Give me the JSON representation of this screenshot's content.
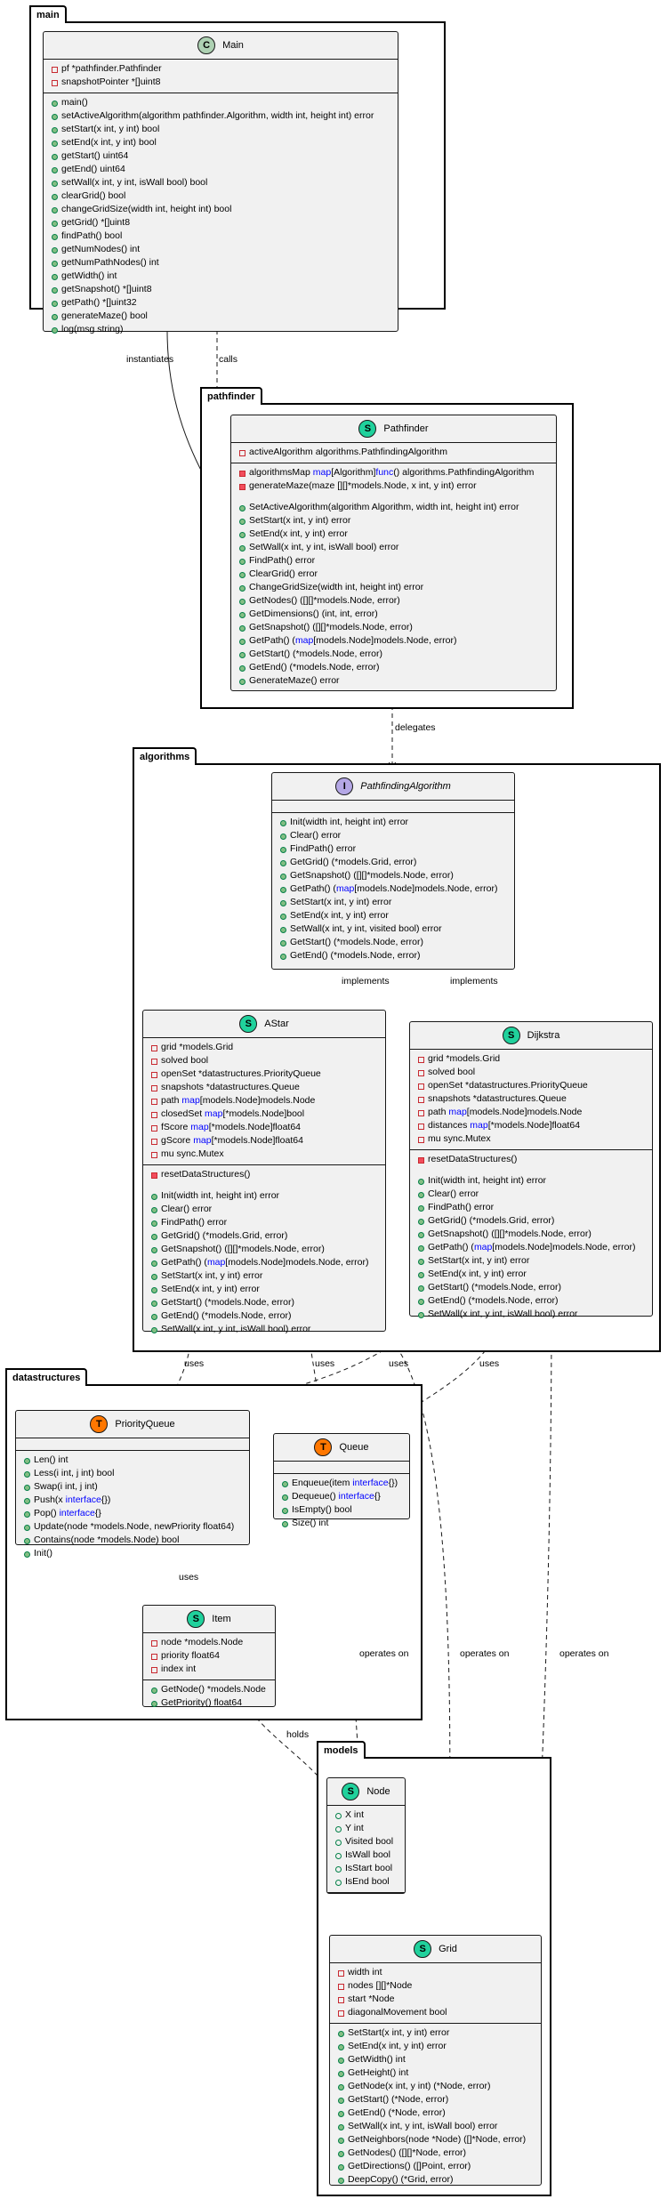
{
  "packages": {
    "main": "main",
    "pathfinder": "pathfinder",
    "algorithms": "algorithms",
    "datastructures": "datastructures",
    "models": "models"
  },
  "classes": {
    "Main": {
      "name": "Main",
      "badge": "C",
      "badge_color": "#add1b2",
      "fields": [
        {
          "vis": "fpriv",
          "text": "pf *pathfinder.Pathfinder"
        },
        {
          "vis": "fpriv",
          "text": "snapshotPointer *[]uint8"
        }
      ],
      "methods": [
        {
          "vis": "pub",
          "text": "main()"
        },
        {
          "vis": "pub",
          "text": "setActiveAlgorithm(algorithm pathfinder.Algorithm, width int, height int) error"
        },
        {
          "vis": "pub",
          "text": "setStart(x int, y int) bool"
        },
        {
          "vis": "pub",
          "text": "setEnd(x int, y int) bool"
        },
        {
          "vis": "pub",
          "text": "getStart() uint64"
        },
        {
          "vis": "pub",
          "text": "getEnd() uint64"
        },
        {
          "vis": "pub",
          "text": "setWall(x int, y int, isWall bool) bool"
        },
        {
          "vis": "pub",
          "text": "clearGrid() bool"
        },
        {
          "vis": "pub",
          "text": "changeGridSize(width int, height int) bool"
        },
        {
          "vis": "pub",
          "text": "getGrid() *[]uint8"
        },
        {
          "vis": "pub",
          "text": "findPath() bool"
        },
        {
          "vis": "pub",
          "text": "getNumNodes() int"
        },
        {
          "vis": "pub",
          "text": "getNumPathNodes() int"
        },
        {
          "vis": "pub",
          "text": "getWidth() int"
        },
        {
          "vis": "pub",
          "text": "getSnapshot() *[]uint8"
        },
        {
          "vis": "pub",
          "text": "getPath() *[]uint32"
        },
        {
          "vis": "pub",
          "text": "generateMaze() bool"
        },
        {
          "vis": "pub",
          "text": "log(msg string)"
        }
      ]
    },
    "Pathfinder": {
      "name": "Pathfinder",
      "badge": "S",
      "badge_color": "#20d19c",
      "fields": [
        {
          "vis": "fpriv",
          "text": "activeAlgorithm algorithms.PathfindingAlgorithm"
        }
      ],
      "methods": [
        {
          "vis": "priv",
          "text": "algorithmsMap <kw>map</kw>[Algorithm]<kw>func</kw>() algorithms.PathfindingAlgorithm"
        },
        {
          "vis": "priv",
          "text": "generateMaze(maze [][]*models.Node, x int, y int) error"
        },
        {
          "gap": true
        },
        {
          "vis": "pub",
          "text": "SetActiveAlgorithm(algorithm Algorithm, width int, height int) error"
        },
        {
          "vis": "pub",
          "text": "SetStart(x int, y int) error"
        },
        {
          "vis": "pub",
          "text": "SetEnd(x int, y int) error"
        },
        {
          "vis": "pub",
          "text": "SetWall(x int, y int, isWall bool) error"
        },
        {
          "vis": "pub",
          "text": "FindPath() error"
        },
        {
          "vis": "pub",
          "text": "ClearGrid() error"
        },
        {
          "vis": "pub",
          "text": "ChangeGridSize(width int, height int) error"
        },
        {
          "vis": "pub",
          "text": "GetNodes() ([][]*models.Node, error)"
        },
        {
          "vis": "pub",
          "text": "GetDimensions() (int, int, error)"
        },
        {
          "vis": "pub",
          "text": "GetSnapshot() ([][]*models.Node, error)"
        },
        {
          "vis": "pub",
          "text": "GetPath() (<kw>map</kw>[models.Node]models.Node, error)"
        },
        {
          "vis": "pub",
          "text": "GetStart() (*models.Node, error)"
        },
        {
          "vis": "pub",
          "text": "GetEnd() (*models.Node, error)"
        },
        {
          "vis": "pub",
          "text": "GenerateMaze() error"
        }
      ]
    },
    "PathfindingAlgorithm": {
      "name": "PathfindingAlgorithm",
      "badge": "I",
      "badge_color": "#b4a7e5",
      "italic": true,
      "fields": [],
      "methods": [
        {
          "vis": "pub",
          "text": "Init(width int, height int) error"
        },
        {
          "vis": "pub",
          "text": "Clear() error"
        },
        {
          "vis": "pub",
          "text": "FindPath() error"
        },
        {
          "vis": "pub",
          "text": "GetGrid() (*models.Grid, error)"
        },
        {
          "vis": "pub",
          "text": "GetSnapshot() ([][]*models.Node, error)"
        },
        {
          "vis": "pub",
          "text": "GetPath() (<kw>map</kw>[models.Node]models.Node, error)"
        },
        {
          "vis": "pub",
          "text": "SetStart(x int, y int) error"
        },
        {
          "vis": "pub",
          "text": "SetEnd(x int, y int) error"
        },
        {
          "vis": "pub",
          "text": "SetWall(x int, y int, visited bool) error"
        },
        {
          "vis": "pub",
          "text": "GetStart() (*models.Node, error)"
        },
        {
          "vis": "pub",
          "text": "GetEnd() (*models.Node, error)"
        }
      ]
    },
    "AStar": {
      "name": "AStar",
      "badge": "S",
      "badge_color": "#20d19c",
      "fields": [
        {
          "vis": "fpriv",
          "text": "grid *models.Grid"
        },
        {
          "vis": "fpriv",
          "text": "solved bool"
        },
        {
          "vis": "fpriv",
          "text": "openSet *datastructures.PriorityQueue"
        },
        {
          "vis": "fpriv",
          "text": "snapshots *datastructures.Queue"
        },
        {
          "vis": "fpriv",
          "text": "path <kw>map</kw>[models.Node]models.Node"
        },
        {
          "vis": "fpriv",
          "text": "closedSet <kw>map</kw>[*models.Node]bool"
        },
        {
          "vis": "fpriv",
          "text": "fScore <kw>map</kw>[*models.Node]float64"
        },
        {
          "vis": "fpriv",
          "text": "gScore <kw>map</kw>[*models.Node]float64"
        },
        {
          "vis": "fpriv",
          "text": "mu sync.Mutex"
        }
      ],
      "methods": [
        {
          "vis": "priv",
          "text": "resetDataStructures()"
        },
        {
          "gap": true
        },
        {
          "vis": "pub",
          "text": "Init(width int, height int) error"
        },
        {
          "vis": "pub",
          "text": "Clear() error"
        },
        {
          "vis": "pub",
          "text": "FindPath() error"
        },
        {
          "vis": "pub",
          "text": "GetGrid() (*models.Grid, error)"
        },
        {
          "vis": "pub",
          "text": "GetSnapshot() ([][]*models.Node, error)"
        },
        {
          "vis": "pub",
          "text": "GetPath() (<kw>map</kw>[models.Node]models.Node, error)"
        },
        {
          "vis": "pub",
          "text": "SetStart(x int, y int) error"
        },
        {
          "vis": "pub",
          "text": "SetEnd(x int, y int) error"
        },
        {
          "vis": "pub",
          "text": "GetStart() (*models.Node, error)"
        },
        {
          "vis": "pub",
          "text": "GetEnd() (*models.Node, error)"
        },
        {
          "vis": "pub",
          "text": "SetWall(x int, y int, isWall bool) error"
        }
      ]
    },
    "Dijkstra": {
      "name": "Dijkstra",
      "badge": "S",
      "badge_color": "#20d19c",
      "fields": [
        {
          "vis": "fpriv",
          "text": "grid *models.Grid"
        },
        {
          "vis": "fpriv",
          "text": "solved bool"
        },
        {
          "vis": "fpriv",
          "text": "openSet *datastructures.PriorityQueue"
        },
        {
          "vis": "fpriv",
          "text": "snapshots *datastructures.Queue"
        },
        {
          "vis": "fpriv",
          "text": "path <kw>map</kw>[models.Node]models.Node"
        },
        {
          "vis": "fpriv",
          "text": "distances <kw>map</kw>[*models.Node]float64"
        },
        {
          "vis": "fpriv",
          "text": "mu sync.Mutex"
        }
      ],
      "methods": [
        {
          "vis": "priv",
          "text": "resetDataStructures()"
        },
        {
          "gap": true
        },
        {
          "vis": "pub",
          "text": "Init(width int, height int) error"
        },
        {
          "vis": "pub",
          "text": "Clear() error"
        },
        {
          "vis": "pub",
          "text": "FindPath() error"
        },
        {
          "vis": "pub",
          "text": "GetGrid() (*models.Grid, error)"
        },
        {
          "vis": "pub",
          "text": "GetSnapshot() ([][]*models.Node, error)"
        },
        {
          "vis": "pub",
          "text": "GetPath() (<kw>map</kw>[models.Node]models.Node, error)"
        },
        {
          "vis": "pub",
          "text": "SetStart(x int, y int) error"
        },
        {
          "vis": "pub",
          "text": "SetEnd(x int, y int) error"
        },
        {
          "vis": "pub",
          "text": "GetStart() (*models.Node, error)"
        },
        {
          "vis": "pub",
          "text": "GetEnd() (*models.Node, error)"
        },
        {
          "vis": "pub",
          "text": "SetWall(x int, y int, isWall bool) error"
        }
      ]
    },
    "PriorityQueue": {
      "name": "PriorityQueue",
      "badge": "T",
      "badge_color": "#ff7700",
      "fields": [],
      "methods": [
        {
          "vis": "pub",
          "text": "Len() int"
        },
        {
          "vis": "pub",
          "text": "Less(i int, j int) bool"
        },
        {
          "vis": "pub",
          "text": "Swap(i int, j int)"
        },
        {
          "vis": "pub",
          "text": "Push(x <kw>interface</kw>{})"
        },
        {
          "vis": "pub",
          "text": "Pop() <kw>interface</kw>{}"
        },
        {
          "vis": "pub",
          "text": "Update(node *models.Node, newPriority float64)"
        },
        {
          "vis": "pub",
          "text": "Contains(node *models.Node) bool"
        },
        {
          "vis": "pub",
          "text": "Init()"
        }
      ]
    },
    "Queue": {
      "name": "Queue",
      "badge": "T",
      "badge_color": "#ff7700",
      "fields": [],
      "methods": [
        {
          "vis": "pub",
          "text": "Enqueue(item <kw>interface</kw>{})"
        },
        {
          "vis": "pub",
          "text": "Dequeue() <kw>interface</kw>{}"
        },
        {
          "vis": "pub",
          "text": "IsEmpty() bool"
        },
        {
          "vis": "pub",
          "text": "Size() int"
        }
      ]
    },
    "Item": {
      "name": "Item",
      "badge": "S",
      "badge_color": "#20d19c",
      "fields": [
        {
          "vis": "fpriv",
          "text": "node *models.Node"
        },
        {
          "vis": "fpriv",
          "text": "priority float64"
        },
        {
          "vis": "fpriv",
          "text": "index int"
        }
      ],
      "methods": [
        {
          "vis": "pub",
          "text": "GetNode() *models.Node"
        },
        {
          "vis": "pub",
          "text": "GetPriority() float64"
        }
      ]
    },
    "Node": {
      "name": "Node",
      "badge": "S",
      "badge_color": "#20d19c",
      "fields": [
        {
          "vis": "fpub",
          "text": "X int"
        },
        {
          "vis": "fpub",
          "text": "Y int"
        },
        {
          "vis": "fpub",
          "text": "Visited bool"
        },
        {
          "vis": "fpub",
          "text": "IsWall bool"
        },
        {
          "vis": "fpub",
          "text": "IsStart bool"
        },
        {
          "vis": "fpub",
          "text": "IsEnd bool"
        }
      ],
      "methods": []
    },
    "Grid": {
      "name": "Grid",
      "badge": "S",
      "badge_color": "#20d19c",
      "fields": [
        {
          "vis": "fpriv",
          "text": "width int"
        },
        {
          "vis": "fpriv",
          "text": "nodes [][]*Node"
        },
        {
          "vis": "fpriv",
          "text": "start *Node"
        },
        {
          "vis": "fpriv",
          "text": "diagonalMovement bool"
        }
      ],
      "methods": [
        {
          "vis": "pub",
          "text": "SetStart(x int, y int) error"
        },
        {
          "vis": "pub",
          "text": "SetEnd(x int, y int) error"
        },
        {
          "vis": "pub",
          "text": "GetWidth() int"
        },
        {
          "vis": "pub",
          "text": "GetHeight() int"
        },
        {
          "vis": "pub",
          "text": "GetNode(x int, y int) (*Node, error)"
        },
        {
          "vis": "pub",
          "text": "GetStart() (*Node, error)"
        },
        {
          "vis": "pub",
          "text": "GetEnd() (*Node, error)"
        },
        {
          "vis": "pub",
          "text": "SetWall(x int, y int, isWall bool) error"
        },
        {
          "vis": "pub",
          "text": "GetNeighbors(node *Node) ([]*Node, error)"
        },
        {
          "vis": "pub",
          "text": "GetNodes() ([][]*Node, error)"
        },
        {
          "vis": "pub",
          "text": "GetDirections() ([]Point, error)"
        },
        {
          "vis": "pub",
          "text": "DeepCopy() (*Grid, error)"
        }
      ]
    }
  },
  "edge_labels": {
    "instantiates": "instantiates",
    "calls": "calls",
    "delegates": "delegates",
    "implements_astar": "implements",
    "implements_dijkstra": "implements",
    "astar_uses_pq": "uses",
    "astar_uses_queue": "uses",
    "dijkstra_uses_pq": "uses",
    "dijkstra_uses_queue": "uses",
    "pq_uses_item": "uses",
    "item_holds_node": "holds",
    "queue_operates_node": "operates on",
    "astar_operates_grid": "operates on",
    "dijkstra_operates_grid": "operates on"
  }
}
